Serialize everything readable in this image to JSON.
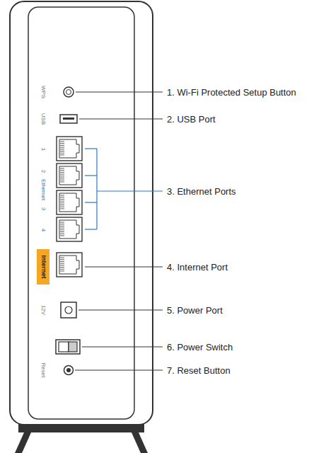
{
  "diagram": {
    "nodes": [
      {
        "text": [
          "Internet"
        ]
      }
    ],
    "labels": [
      "WPS",
      "USB",
      "1",
      "2",
      "Ethernet",
      "3",
      "4",
      "12V",
      "Reset",
      "1. Wi-Fi Protected Setup Button",
      "2. USB Port",
      "3. Ethernet Ports",
      "4. Internet Port",
      "5. Power Port",
      "6. Power Switch",
      "7. Reset Button"
    ]
  }
}
